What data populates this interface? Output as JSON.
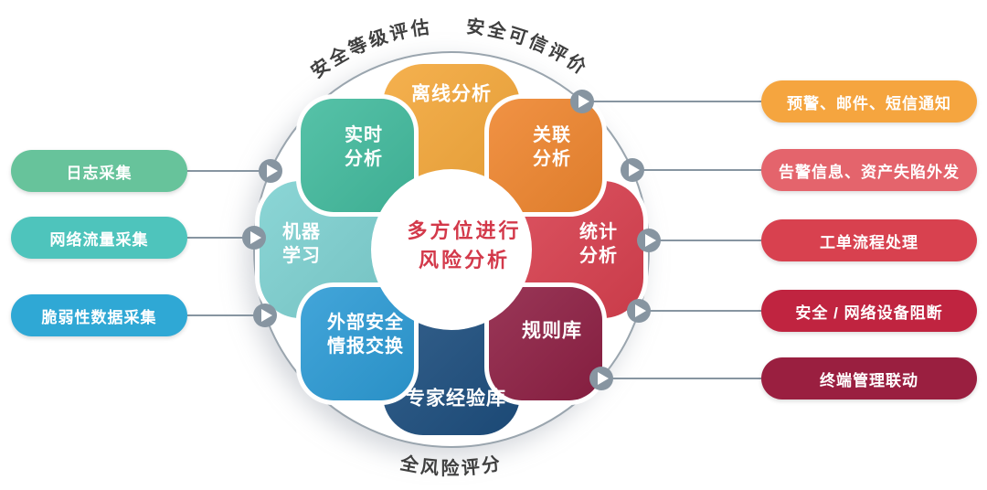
{
  "colors": {
    "background": "#ffffff",
    "connector": "#8795a1",
    "ring": "#9aa5ae",
    "arc_label": "#3f3f3f"
  },
  "ring_labels": {
    "top_left": "安全等级评估",
    "top_right": "安全可信评价",
    "bottom": "全风险评分"
  },
  "center": {
    "title": "多方位进行\n风险分析",
    "color": "#d3394a"
  },
  "petals": [
    {
      "id": "offline-analysis",
      "label": "离线分析",
      "color": "#f4a83b"
    },
    {
      "id": "correlation-analysis",
      "label": "关联\n分析",
      "color": "#ef862f"
    },
    {
      "id": "statistical-analysis",
      "label": "统计\n分析",
      "color": "#d8404f"
    },
    {
      "id": "rule-library",
      "label": "规则库",
      "color": "#8e2044"
    },
    {
      "id": "expert-knowledge-base",
      "label": "专家经验库",
      "color": "#1d4e7e"
    },
    {
      "id": "external-intel-exchange",
      "label": "外部安全\n情报交换",
      "color": "#2d9bd5"
    },
    {
      "id": "machine-learning",
      "label": "机器\n学习",
      "color": "#7ed1d1"
    },
    {
      "id": "realtime-analysis",
      "label": "实时\n分析",
      "color": "#43bb9e"
    }
  ],
  "inputs": [
    {
      "label": "日志采集",
      "color": "#67c39b"
    },
    {
      "label": "网络流量采集",
      "color": "#4ec4bc"
    },
    {
      "label": "脆弱性数据采集",
      "color": "#2fa8d5"
    }
  ],
  "outputs": [
    {
      "label": "预警、邮件、短信通知",
      "color": "#f5a53f"
    },
    {
      "label": "告警信息、资产失陷外发",
      "color": "#e4646c"
    },
    {
      "label": "工单流程处理",
      "color": "#d8414f"
    },
    {
      "label": "安全 / 网络设备阻断",
      "color": "#c02440"
    },
    {
      "label": "终端管理联动",
      "color": "#9a1f40"
    }
  ]
}
